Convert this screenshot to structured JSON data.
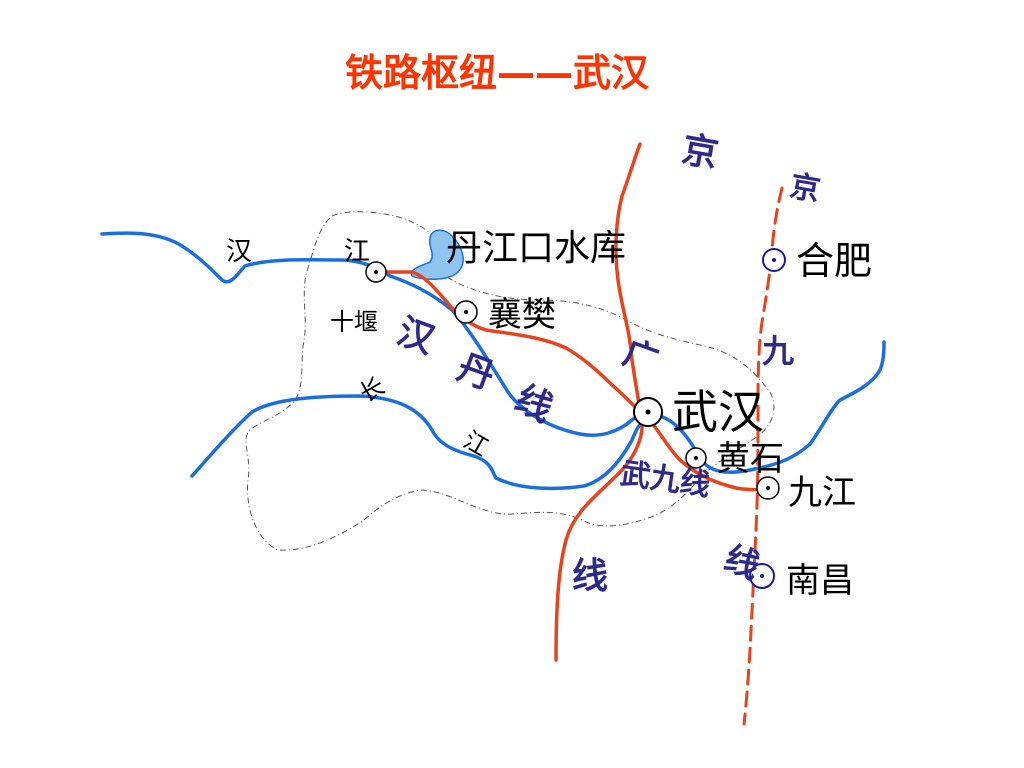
{
  "title": "铁路枢纽——武汉",
  "colors": {
    "title": "#ff3300",
    "railway": "#e8431b",
    "river": "#1a6fe0",
    "rail_label": "#2e2a8a",
    "region_border": "#555555",
    "reservoir_fill": "#8fc3f0",
    "text": "#000000"
  },
  "cities": {
    "wuhan": "武汉",
    "xiangfan": "襄樊",
    "shiyan": "十堰",
    "hefei": "合肥",
    "huangshi": "黄石",
    "jiujiang": "九江",
    "nanchang": "南昌"
  },
  "water": {
    "reservoir": "丹江口水库",
    "han_river": [
      "汉",
      "江"
    ],
    "yangtze_river": [
      "长",
      "江"
    ]
  },
  "railways": {
    "jingguang": [
      "京",
      "广",
      "线"
    ],
    "jingjiu": [
      "京",
      "九",
      "线"
    ],
    "handan": [
      "汉",
      "丹",
      "线"
    ],
    "wujiu": "武九线"
  },
  "icons": {
    "city_marker": "circle-dot-icon"
  }
}
